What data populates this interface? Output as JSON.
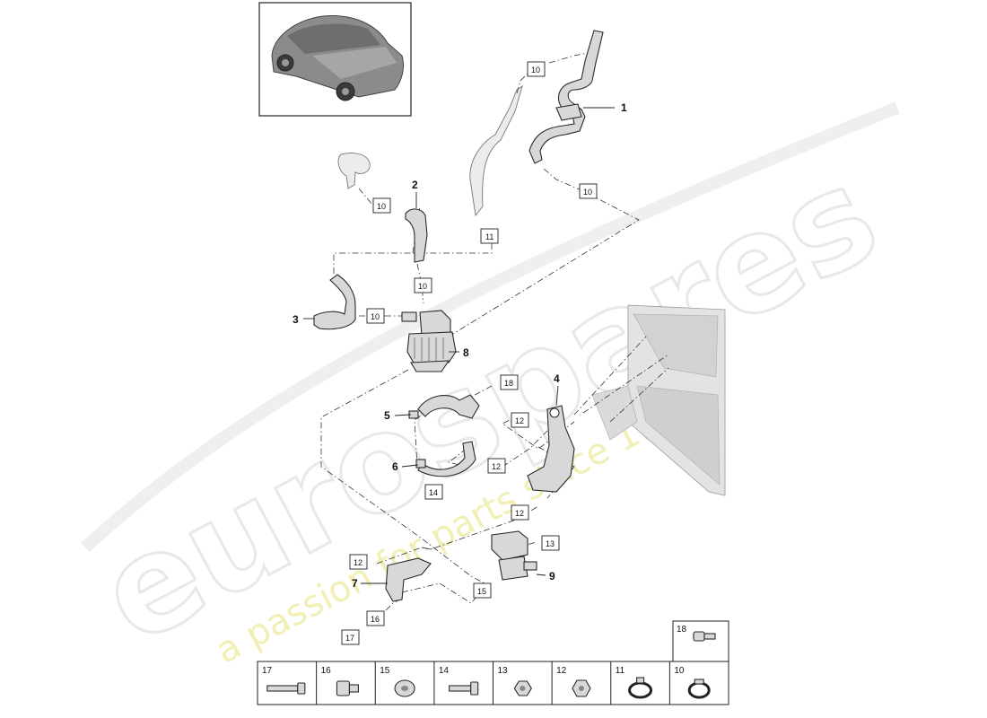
{
  "watermark": {
    "brand": "eurospares",
    "tagline": "a passion for parts since 1985"
  },
  "callouts": {
    "c1": "1",
    "c2": "2",
    "c3": "3",
    "c4": "4",
    "c5": "5",
    "c6": "6",
    "c7": "7",
    "c8": "8",
    "c9": "9"
  },
  "refs": {
    "r10a": "10",
    "r10b": "10",
    "r10c": "10",
    "r10d": "10",
    "r10e": "10",
    "r11": "11",
    "r12a": "12",
    "r12b": "12",
    "r12c": "12",
    "r12d": "12",
    "r13": "13",
    "r14": "14",
    "r15": "15",
    "r16": "16",
    "r17": "17",
    "r18": "18"
  },
  "legend": {
    "items": [
      {
        "num": "17"
      },
      {
        "num": "16"
      },
      {
        "num": "15"
      },
      {
        "num": "14"
      },
      {
        "num": "13"
      },
      {
        "num": "12"
      },
      {
        "num": "11"
      },
      {
        "num": "10"
      }
    ],
    "top": "18"
  }
}
